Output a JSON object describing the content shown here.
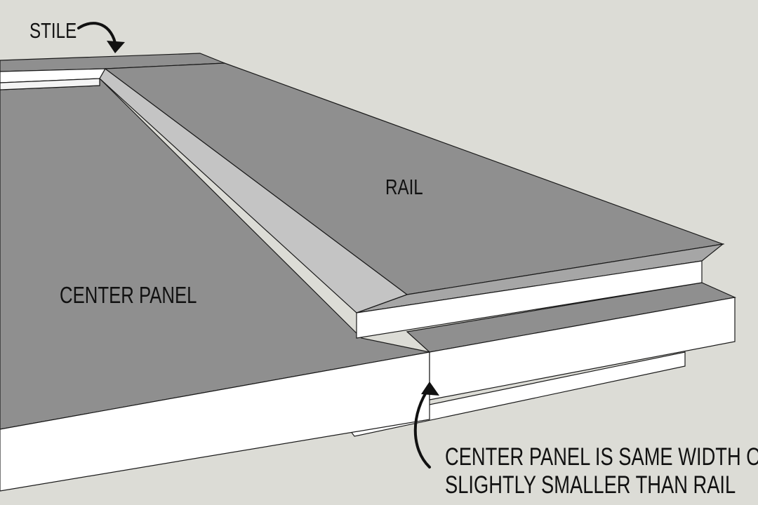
{
  "labels": {
    "stile": "STILE",
    "rail": "RAIL",
    "center_panel": "CENTER PANEL",
    "note_line_1": "CENTER PANEL IS SAME WIDTH OR",
    "note_line_2": "SLIGHTLY SMALLER THAN RAIL"
  },
  "colors": {
    "background": "#dcdcd6",
    "top_faces": "#8f8f8f",
    "edge_faces": "#ffffff",
    "bevel_face": "#c4c4c4",
    "lines": "#1a1a1a"
  }
}
